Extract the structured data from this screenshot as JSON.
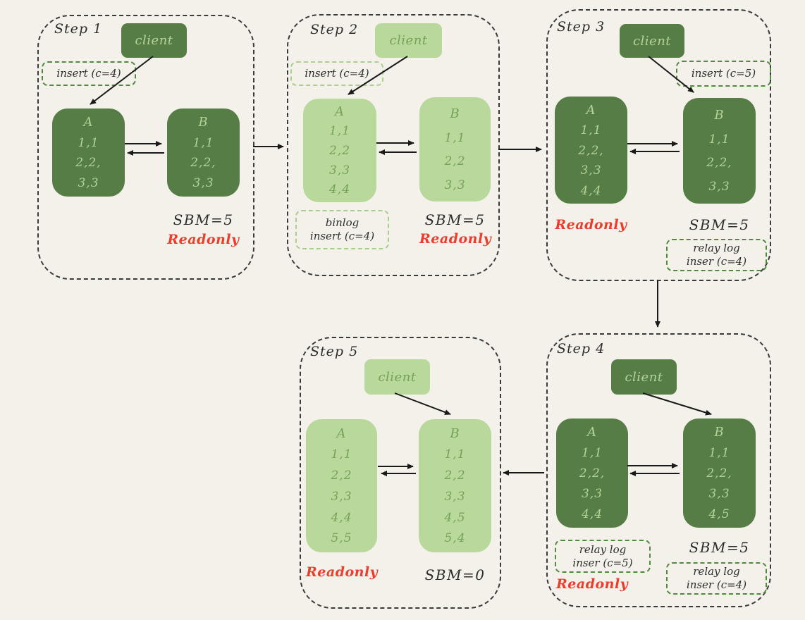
{
  "palette": {
    "bg": "#f3f1ea",
    "dark-green": "#567d46",
    "light-green": "#b9d89c",
    "text-on-dark": "#b4d295",
    "text-on-light": "#76a258",
    "note-border-dark": "#4f8a3e",
    "note-border-light": "#a9cf8e",
    "outline": "#3a3a3a",
    "arrow": "#1a1a1a",
    "ink": "#2d2d2d",
    "readonly-red": "#ee3b2a"
  },
  "steps": [
    {
      "label": "Step 1",
      "client": "client",
      "insert_note": "insert (c=4)",
      "nodeA": {
        "title": "A",
        "rows": [
          "1,1",
          "2,2,",
          "3,3"
        ]
      },
      "nodeB": {
        "title": "B",
        "rows": [
          "1,1",
          "2,2,",
          "3,3"
        ]
      },
      "sbm": "SBM=5",
      "readonly": "Readonly"
    },
    {
      "label": "Step 2",
      "client": "client",
      "insert_note": "insert (c=4)",
      "nodeA": {
        "title": "A",
        "rows": [
          "1,1",
          "2,2",
          "3,3",
          "4,4"
        ]
      },
      "nodeB": {
        "title": "B",
        "rows": [
          "1,1",
          "2,2",
          "3,3"
        ]
      },
      "binlog_note": {
        "line1": "binlog",
        "line2": "insert (c=4)"
      },
      "sbm": "SBM=5",
      "readonly": "Readonly"
    },
    {
      "label": "Step 3",
      "client": "client",
      "insert_note": "insert (c=5)",
      "nodeA": {
        "title": "A",
        "rows": [
          "1,1",
          "2,2,",
          "3,3",
          "4,4"
        ]
      },
      "nodeB": {
        "title": "B",
        "rows": [
          "1,1",
          "2,2,",
          "3,3"
        ]
      },
      "relay_note": {
        "line1": "relay log",
        "line2": "inser (c=4)"
      },
      "sbm": "SBM=5",
      "readonly": "Readonly"
    },
    {
      "label": "Step 4",
      "client": "client",
      "nodeA": {
        "title": "A",
        "rows": [
          "1,1",
          "2,2,",
          "3,3",
          "4,4"
        ]
      },
      "nodeB": {
        "title": "B",
        "rows": [
          "1,1",
          "2,2,",
          "3,3",
          "4,5"
        ]
      },
      "relay_note_a": {
        "line1": "relay log",
        "line2": "inser (c=5)"
      },
      "relay_note_b": {
        "line1": "relay log",
        "line2": "inser (c=4)"
      },
      "sbm": "SBM=5",
      "readonly": "Readonly"
    },
    {
      "label": "Step 5",
      "client": "client",
      "nodeA": {
        "title": "A",
        "rows": [
          "1,1",
          "2,2",
          "3,3",
          "4,4",
          "5,5"
        ]
      },
      "nodeB": {
        "title": "B",
        "rows": [
          "1,1",
          "2,2",
          "3,3",
          "4,5",
          "5,4"
        ]
      },
      "sbm": "SBM=0",
      "readonly": "Readonly"
    }
  ]
}
